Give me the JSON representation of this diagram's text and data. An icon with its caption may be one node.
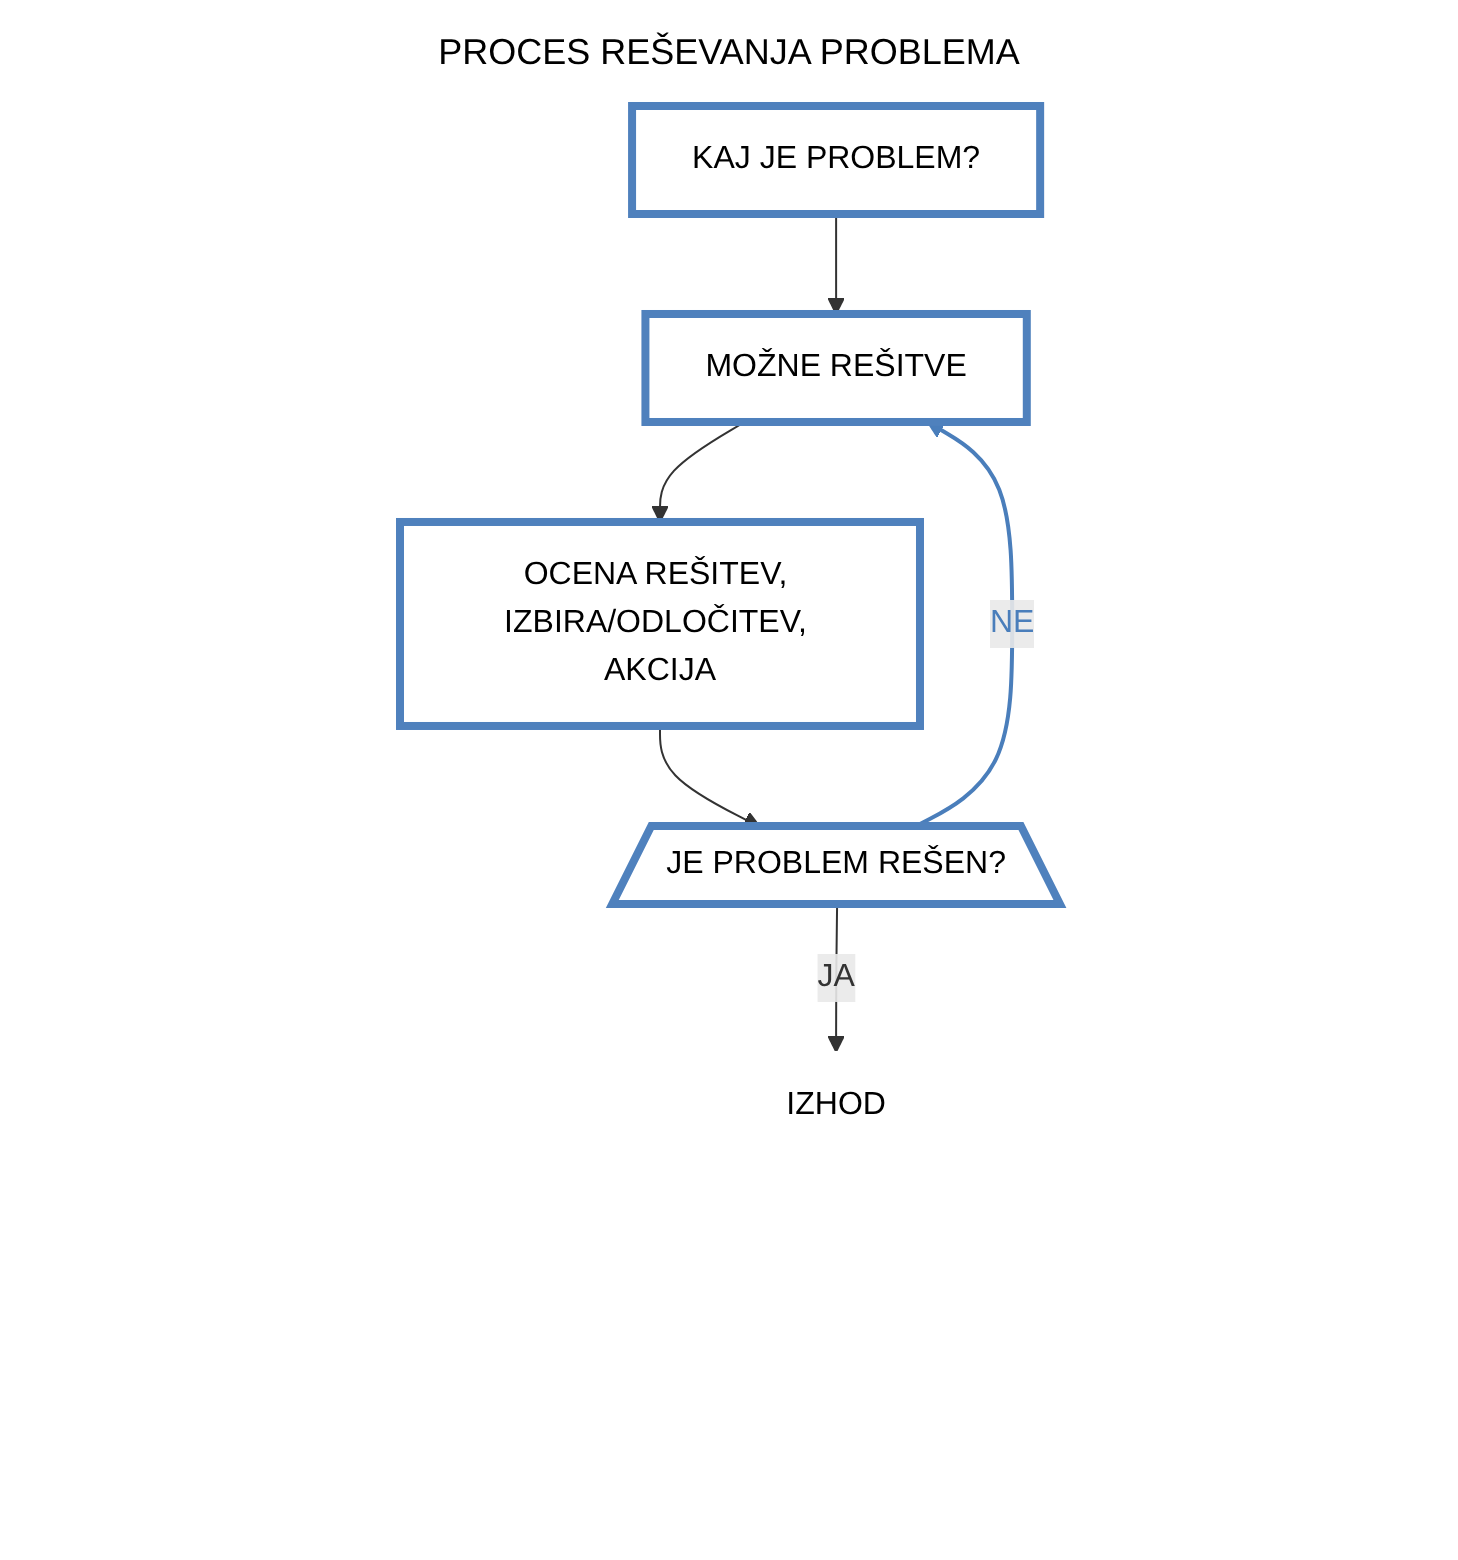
{
  "diagram": {
    "title": "PROCES REŠEVANJA PROBLEMA",
    "nodes": [
      {
        "text": [
          "KAJ JE PROBLEM?"
        ]
      },
      {
        "text": [
          "MOŽNE REŠITVE"
        ]
      },
      {
        "text": [
          "OCENA REŠITEV, IZBIRA/ODLOČITEV, AKCIJA"
        ]
      },
      {
        "text": [
          "JE PROBLEM REŠEN?"
        ]
      },
      {
        "text": [
          "IZHOD"
        ]
      }
    ],
    "edges": [
      {
        "from": 0,
        "to": 1,
        "arrow": "to"
      },
      {
        "from": 1,
        "to": 2,
        "arrow": "to"
      },
      {
        "from": 2,
        "to": 3,
        "arrow": "to"
      },
      {
        "from": 3,
        "to": 4,
        "label": "JA",
        "arrow": "to"
      },
      {
        "from": 3,
        "to": 1,
        "label": "NE",
        "arrow": "to",
        "color": "#4a7ebb"
      }
    ]
  }
}
